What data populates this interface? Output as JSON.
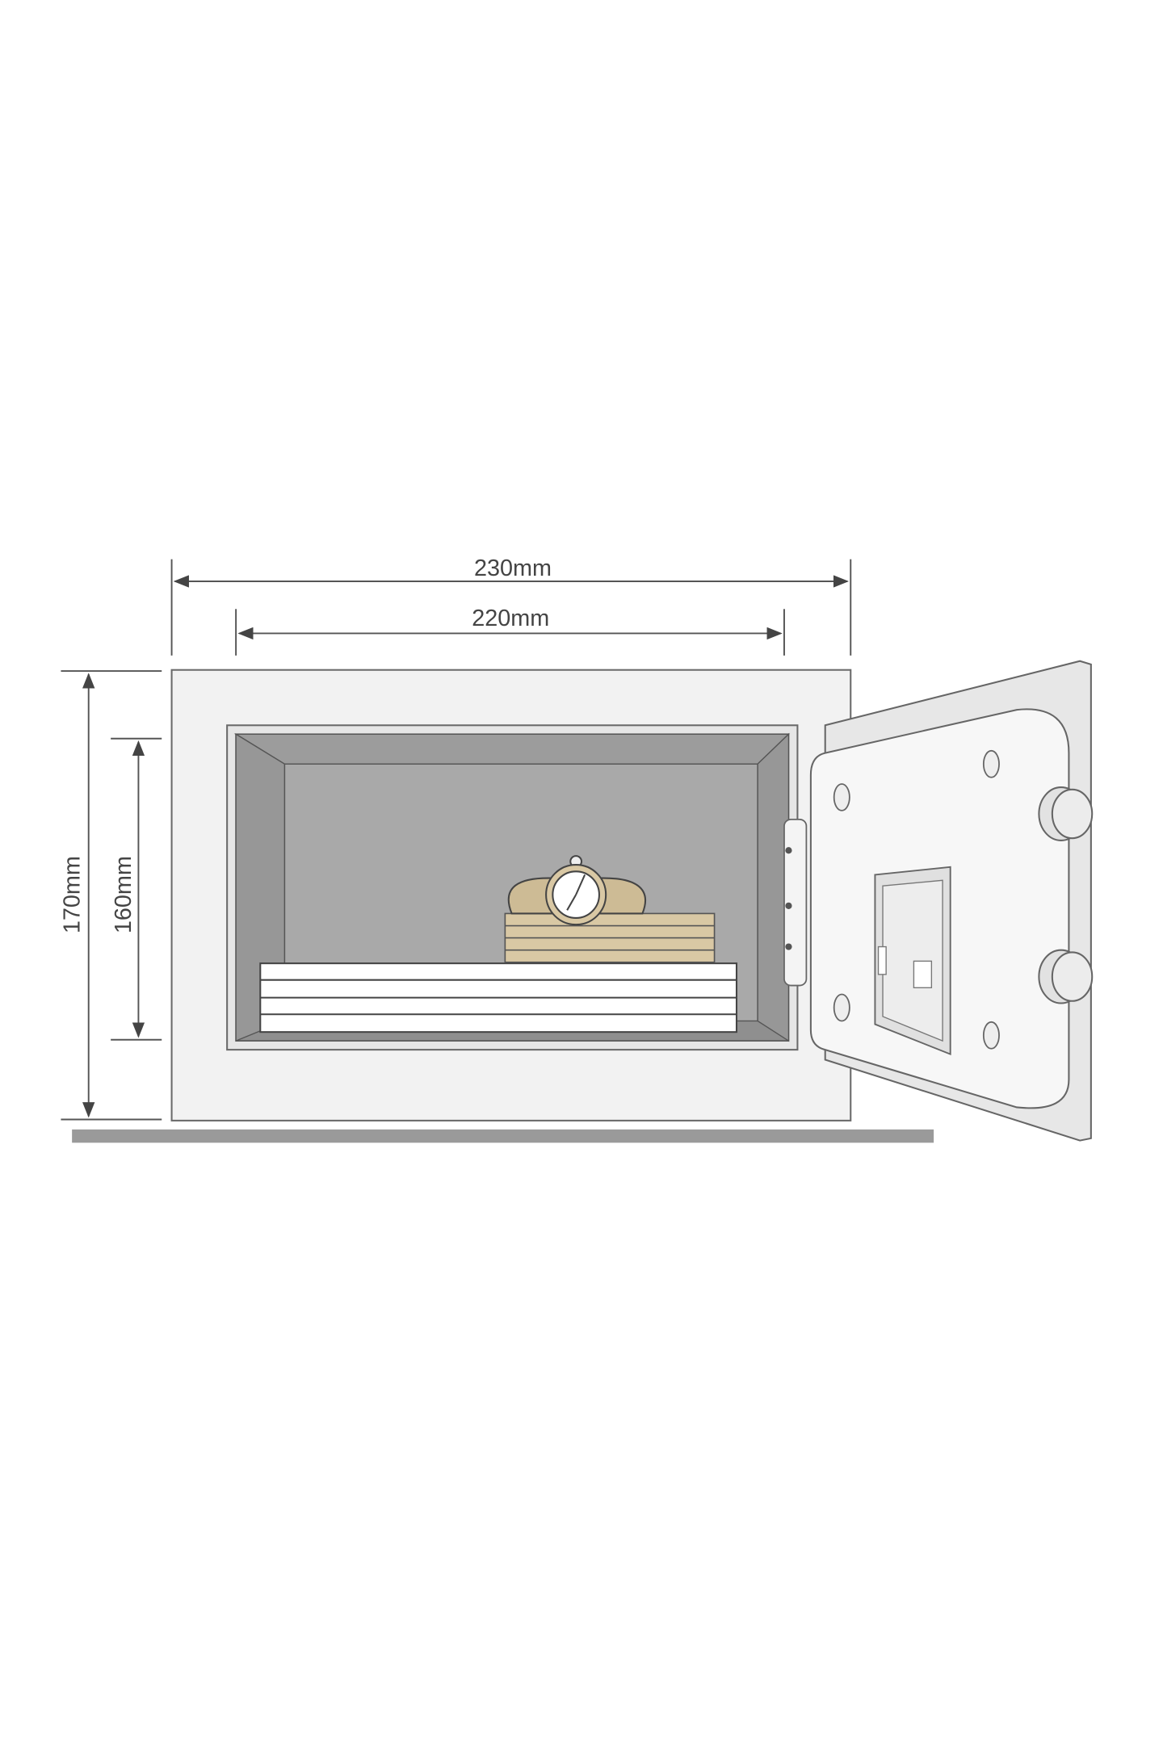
{
  "dimensions": {
    "outer_width": "230mm",
    "inner_width": "220mm",
    "outer_height": "170mm",
    "inner_height": "160mm"
  },
  "colors": {
    "body": "#f2f2f2",
    "cavity": "#a9a9a9",
    "outline": "#6a6a6a",
    "gold": "#d9c8a4",
    "floor": "#9a9a9a"
  }
}
